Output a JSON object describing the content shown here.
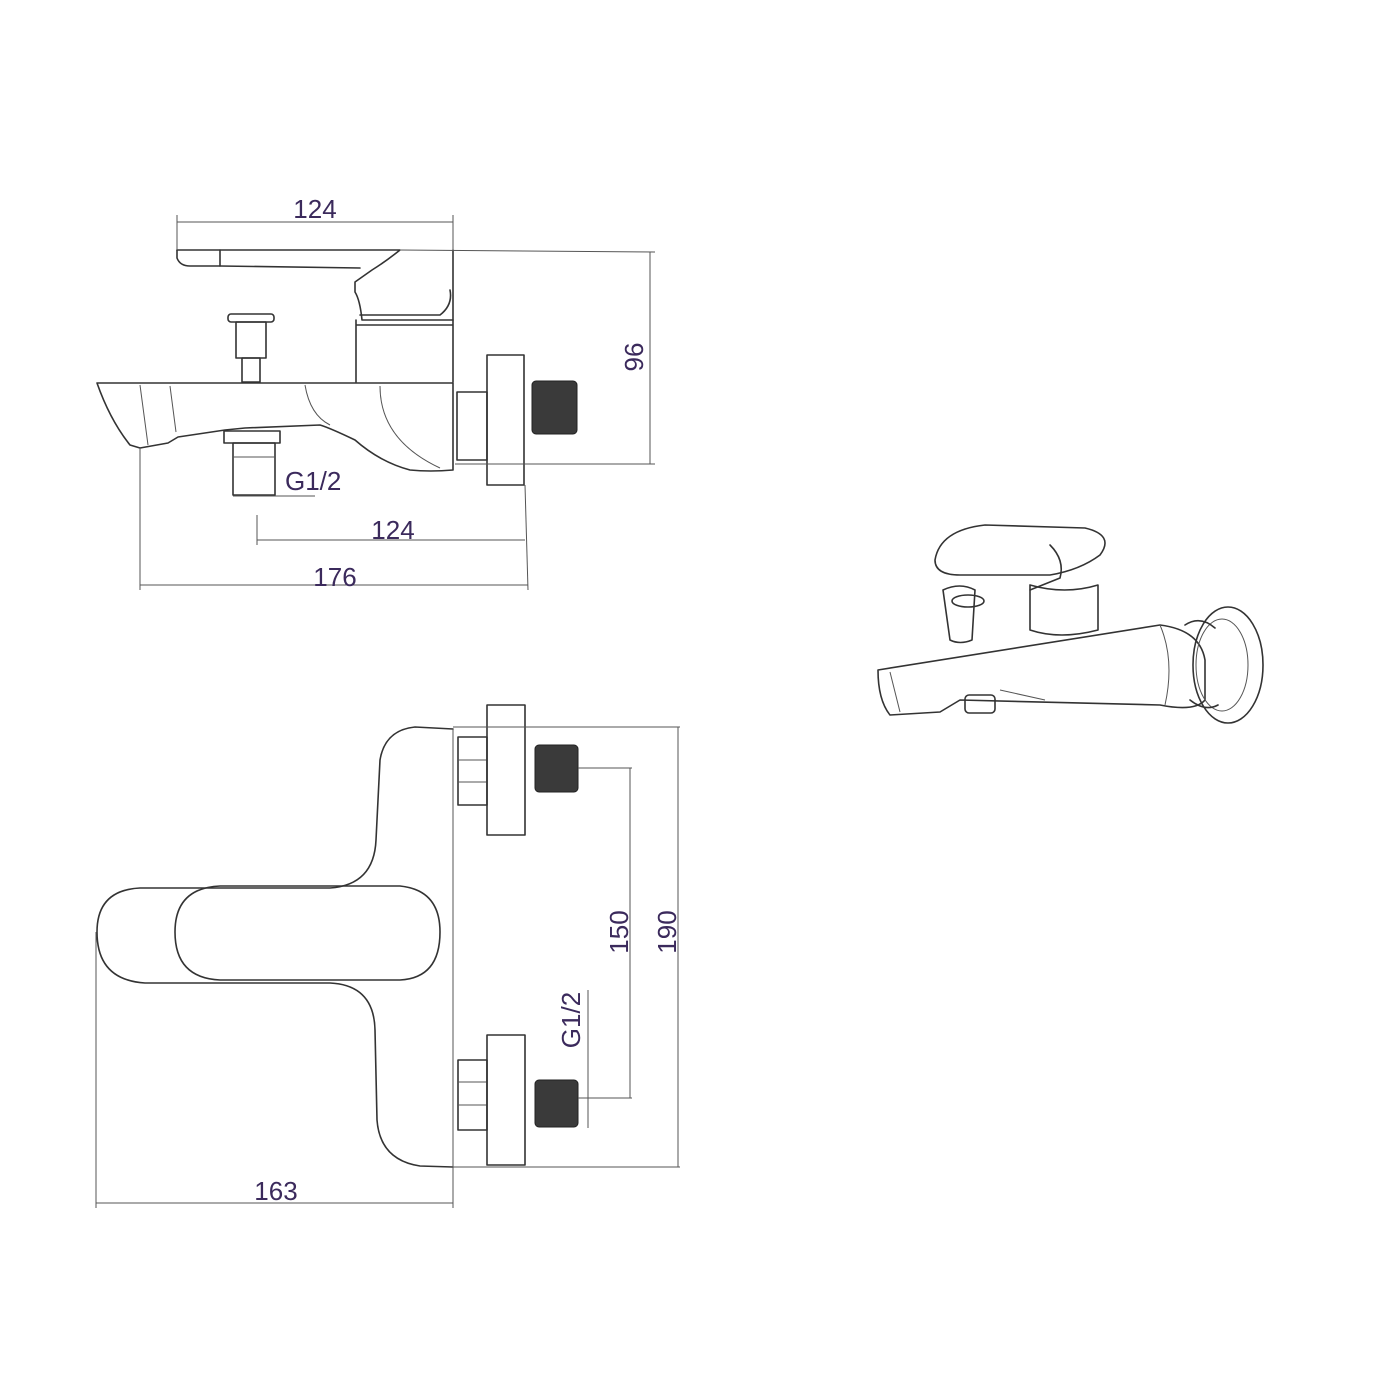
{
  "title": "Bath mixer dimension drawing",
  "colors": {
    "dimension_text": "#3b2a5c",
    "outline": "#333333",
    "thread": "#3a3a3a"
  },
  "side_view": {
    "lever_width": "124",
    "height": "96",
    "outlet_thread": "G1/2",
    "outlet_to_wall": "124",
    "total_depth": "176"
  },
  "top_view": {
    "total_depth": "163",
    "inlet_spacing": "150",
    "flange_span": "190",
    "inlet_thread": "G1/2"
  }
}
